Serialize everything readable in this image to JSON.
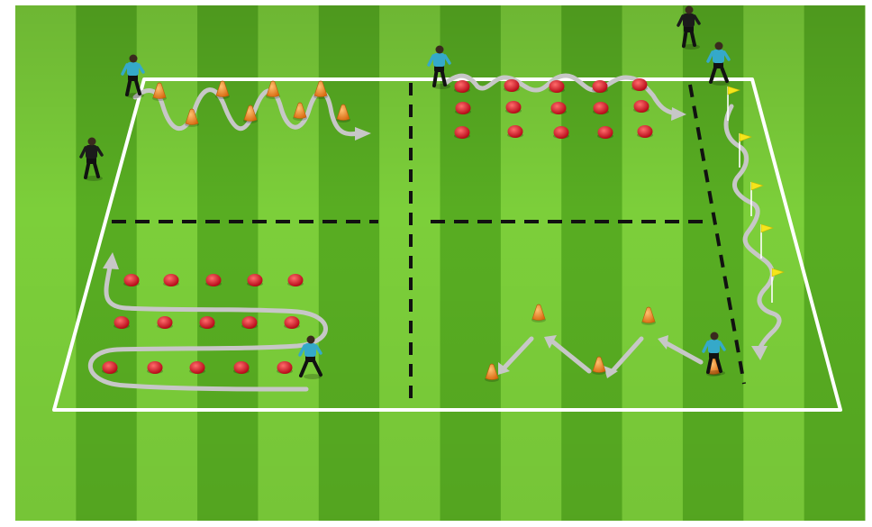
{
  "diagram": {
    "kind": "soccer-training-drill",
    "grass_colors": {
      "light": "#7ccf3a",
      "dark": "#58ad22"
    },
    "line_color": "#ffffff",
    "divider_color": "#111111",
    "cone_color": "#f08a1c",
    "marker_color": "#d9121c",
    "flag_color": "#f5e51b",
    "path_color": "#c9c9c9",
    "player_shirt_color": "#35a9c9",
    "coach_color": "#1b1b1b"
  },
  "stations": [
    {
      "id": "top-left",
      "activity": "cone-weave",
      "cones": 8,
      "players": 1
    },
    {
      "id": "top-right",
      "activity": "marker-dribble",
      "markers": 15,
      "players": 2
    },
    {
      "id": "bottom-left",
      "activity": "marker-slalom",
      "markers": 15,
      "players": 1
    },
    {
      "id": "bottom-right",
      "activity": "cone-zigzag",
      "cones": 5,
      "players": 1
    },
    {
      "id": "right-channel",
      "activity": "flag-weave",
      "flags": 5
    }
  ],
  "coaches": 2
}
